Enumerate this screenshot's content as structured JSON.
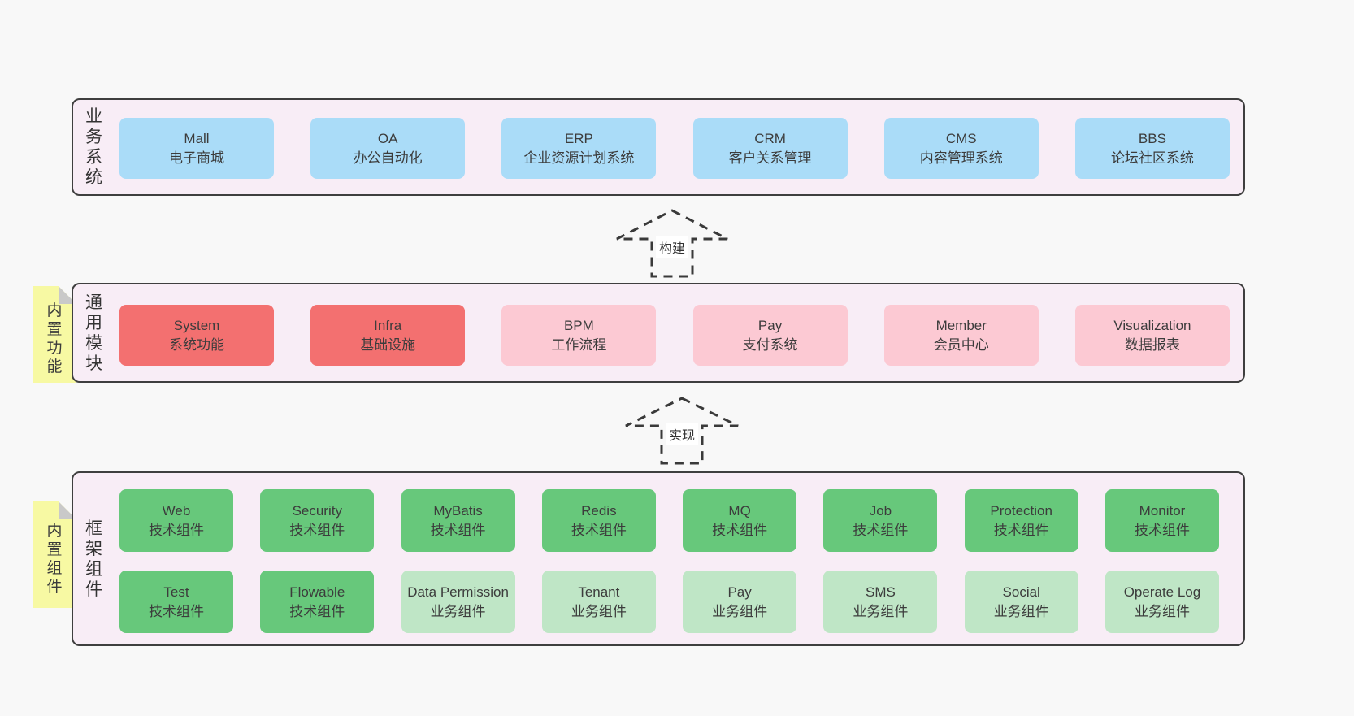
{
  "page": {
    "background": "#f8f8f8"
  },
  "colors": {
    "blue": "#aadcf8",
    "red": "#f37070",
    "pink": "#fcc9d3",
    "green": "#67c87b",
    "lightGreen": "#bfe6c6",
    "note": "#f7f9a3",
    "noteFold": "#c9c9c9",
    "panel": "#f8edf6",
    "border": "#3f3f3f",
    "text": "#3c3c3c",
    "pageBg": "#f8f8f8"
  },
  "arrows": [
    {
      "label": "构建"
    },
    {
      "label": "实现"
    }
  ],
  "layers": [
    {
      "label": "业务系统",
      "boxes": [
        {
          "title": "Mall",
          "subtitle": "电子商城",
          "variant": "blue"
        },
        {
          "title": "OA",
          "subtitle": "办公自动化",
          "variant": "blue"
        },
        {
          "title": "ERP",
          "subtitle": "企业资源计划系统",
          "variant": "blue"
        },
        {
          "title": "CRM",
          "subtitle": "客户关系管理",
          "variant": "blue"
        },
        {
          "title": "CMS",
          "subtitle": "内容管理系统",
          "variant": "blue"
        },
        {
          "title": "BBS",
          "subtitle": "论坛社区系统",
          "variant": "blue"
        }
      ]
    },
    {
      "label": "通用模块",
      "note": "内置功能",
      "boxes": [
        {
          "title": "System",
          "subtitle": "系统功能",
          "variant": "red"
        },
        {
          "title": "Infra",
          "subtitle": "基础设施",
          "variant": "red"
        },
        {
          "title": "BPM",
          "subtitle": "工作流程",
          "variant": "pink"
        },
        {
          "title": "Pay",
          "subtitle": "支付系统",
          "variant": "pink"
        },
        {
          "title": "Member",
          "subtitle": "会员中心",
          "variant": "pink"
        },
        {
          "title": "Visualization",
          "subtitle": "数据报表",
          "variant": "pink"
        }
      ]
    },
    {
      "label": "框架组件",
      "note": "内置组件",
      "rows": [
        [
          {
            "title": "Web",
            "subtitle": "技术组件",
            "variant": "green"
          },
          {
            "title": "Security",
            "subtitle": "技术组件",
            "variant": "green"
          },
          {
            "title": "MyBatis",
            "subtitle": "技术组件",
            "variant": "green"
          },
          {
            "title": "Redis",
            "subtitle": "技术组件",
            "variant": "green"
          },
          {
            "title": "MQ",
            "subtitle": "技术组件",
            "variant": "green"
          },
          {
            "title": "Job",
            "subtitle": "技术组件",
            "variant": "green"
          },
          {
            "title": "Protection",
            "subtitle": "技术组件",
            "variant": "green"
          },
          {
            "title": "Monitor",
            "subtitle": "技术组件",
            "variant": "green"
          }
        ],
        [
          {
            "title": "Test",
            "subtitle": "技术组件",
            "variant": "green"
          },
          {
            "title": "Flowable",
            "subtitle": "技术组件",
            "variant": "green"
          },
          {
            "title": "Data Permission",
            "subtitle": "业务组件",
            "variant": "lightGreen"
          },
          {
            "title": "Tenant",
            "subtitle": "业务组件",
            "variant": "lightGreen"
          },
          {
            "title": "Pay",
            "subtitle": "业务组件",
            "variant": "lightGreen"
          },
          {
            "title": "SMS",
            "subtitle": "业务组件",
            "variant": "lightGreen"
          },
          {
            "title": "Social",
            "subtitle": "业务组件",
            "variant": "lightGreen"
          },
          {
            "title": "Operate Log",
            "subtitle": "业务组件",
            "variant": "lightGreen"
          }
        ]
      ]
    }
  ]
}
